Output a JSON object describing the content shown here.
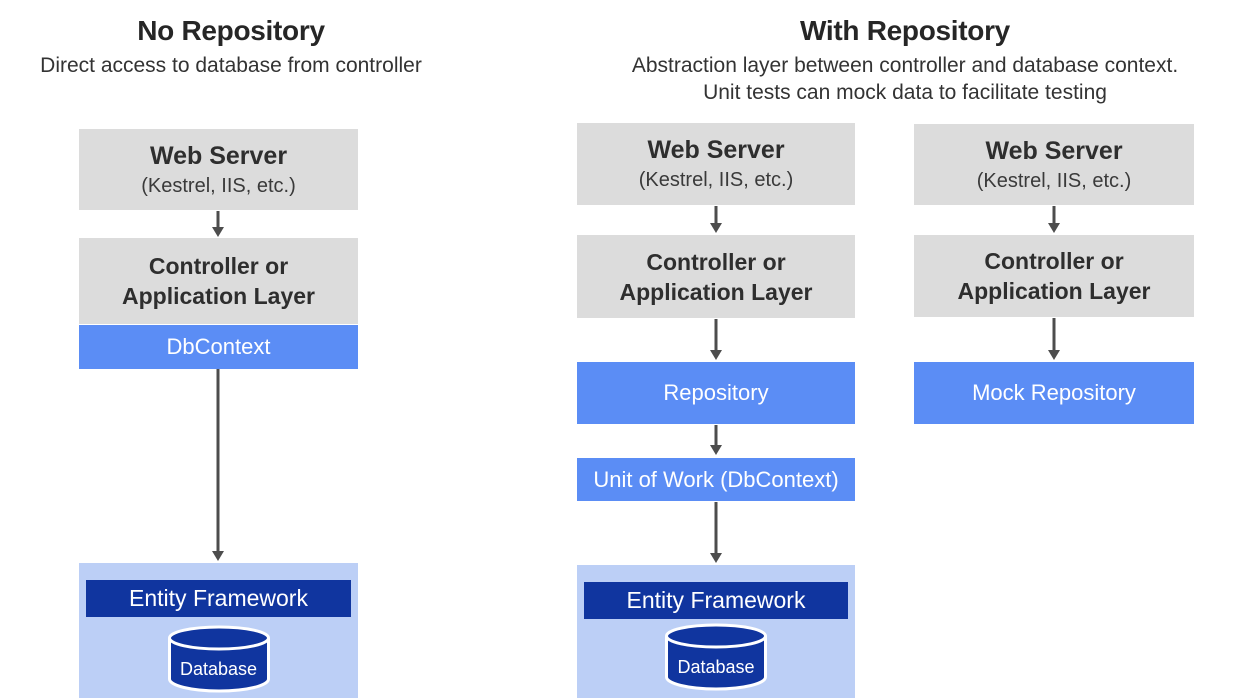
{
  "colors": {
    "gray_box": "#dcdcdc",
    "blue_bar": "#5b8df5",
    "light_blue": "#bccff6",
    "dark_blue": "#10359f",
    "arrow": "#4d4d4d",
    "title_text": "#262626",
    "white": "#ffffff"
  },
  "headers": {
    "left": {
      "title": "No Repository",
      "subtitle": "Direct access to database from controller"
    },
    "right": {
      "title": "With Repository",
      "subtitle_line1": "Abstraction layer between controller and database context.",
      "subtitle_line2": "Unit tests can mock data to facilitate testing"
    }
  },
  "columns": {
    "no_repository": {
      "web_server": {
        "title": "Web Server",
        "subtitle": "(Kestrel, IIS, etc.)"
      },
      "controller": {
        "line1": "Controller or",
        "line2": "Application Layer"
      },
      "dbcontext": {
        "label": "DbContext"
      },
      "entity_framework": {
        "header": "Entity Framework",
        "database": "Database"
      }
    },
    "with_repository": {
      "web_server": {
        "title": "Web Server",
        "subtitle": "(Kestrel, IIS, etc.)"
      },
      "controller": {
        "line1": "Controller or",
        "line2": "Application Layer"
      },
      "repository": {
        "label": "Repository"
      },
      "unit_of_work": {
        "label": "Unit of Work (DbContext)"
      },
      "entity_framework": {
        "header": "Entity Framework",
        "database": "Database"
      }
    },
    "mock": {
      "web_server": {
        "title": "Web Server",
        "subtitle": "(Kestrel, IIS, etc.)"
      },
      "controller": {
        "line1": "Controller or",
        "line2": "Application Layer"
      },
      "mock_repository": {
        "label": "Mock Repository"
      }
    }
  }
}
